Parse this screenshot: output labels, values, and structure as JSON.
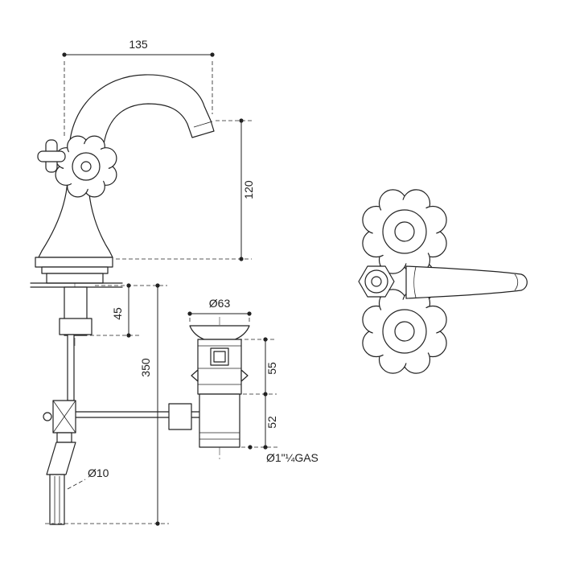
{
  "drawing": {
    "type": "faucet-technical-dimension-drawing",
    "background": "#ffffff",
    "line_color": "#222222",
    "views": {
      "side_view": "basin-mixer-side-elevation-with-pop-up-waste",
      "top_view": "basin-mixer-top-plan"
    }
  },
  "dimensions": {
    "spout_reach": "135",
    "spout_height": "120",
    "shank_length": "45",
    "supply_length": "350",
    "waste_flange_diameter": "Ø63",
    "waste_upper_height": "55",
    "waste_lower_height": "52",
    "waste_thread": "Ø1\"¼GAS",
    "rod_diameter": "Ø10"
  }
}
